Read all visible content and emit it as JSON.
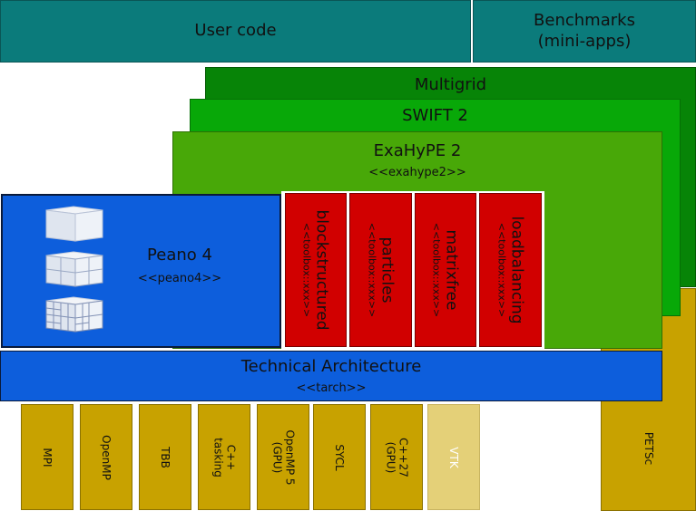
{
  "top": {
    "user_code": "User code",
    "benchmarks_line1": "Benchmarks",
    "benchmarks_line2": "(mini-apps)"
  },
  "layers": {
    "multigrid": "Multigrid",
    "swift": "SWIFT 2",
    "exahype": "ExaHyPE 2",
    "exahype_sub": "<<exahype2>>"
  },
  "peano": {
    "title": "Peano 4",
    "sub": "<<peano4>>"
  },
  "toolboxes": [
    {
      "name": "blockstructured",
      "sub": "<<toolbox::xxx>>"
    },
    {
      "name": "particles",
      "sub": "<<toolbox::xxx>>"
    },
    {
      "name": "matrixfree",
      "sub": "<<toolbox::xxx>>"
    },
    {
      "name": "loadbalancing",
      "sub": "<<toolbox::xxx>>"
    }
  ],
  "tarch": {
    "title": "Technical Architecture",
    "sub": "<<tarch>>"
  },
  "libraries": [
    {
      "line1": "MPI",
      "line2": ""
    },
    {
      "line1": "OpenMP",
      "line2": ""
    },
    {
      "line1": "TBB",
      "line2": ""
    },
    {
      "line1": "C++",
      "line2": "tasking"
    },
    {
      "line1": "OpenMP 5",
      "line2": "(GPU)"
    },
    {
      "line1": "SYCL",
      "line2": ""
    },
    {
      "line1": "C++27",
      "line2": "(GPU)"
    },
    {
      "line1": "VTK",
      "line2": ""
    }
  ],
  "petsc": "PETSc",
  "colors": {
    "teal": "#0b7b7b",
    "multigrid": "#078407",
    "swift": "#08a808",
    "exahype": "#48a808",
    "peano": "#0d5edc",
    "toolbox": "#d10000",
    "tarch": "#0d5edc",
    "library": "#c8a200",
    "vtk": "#e4d078"
  }
}
